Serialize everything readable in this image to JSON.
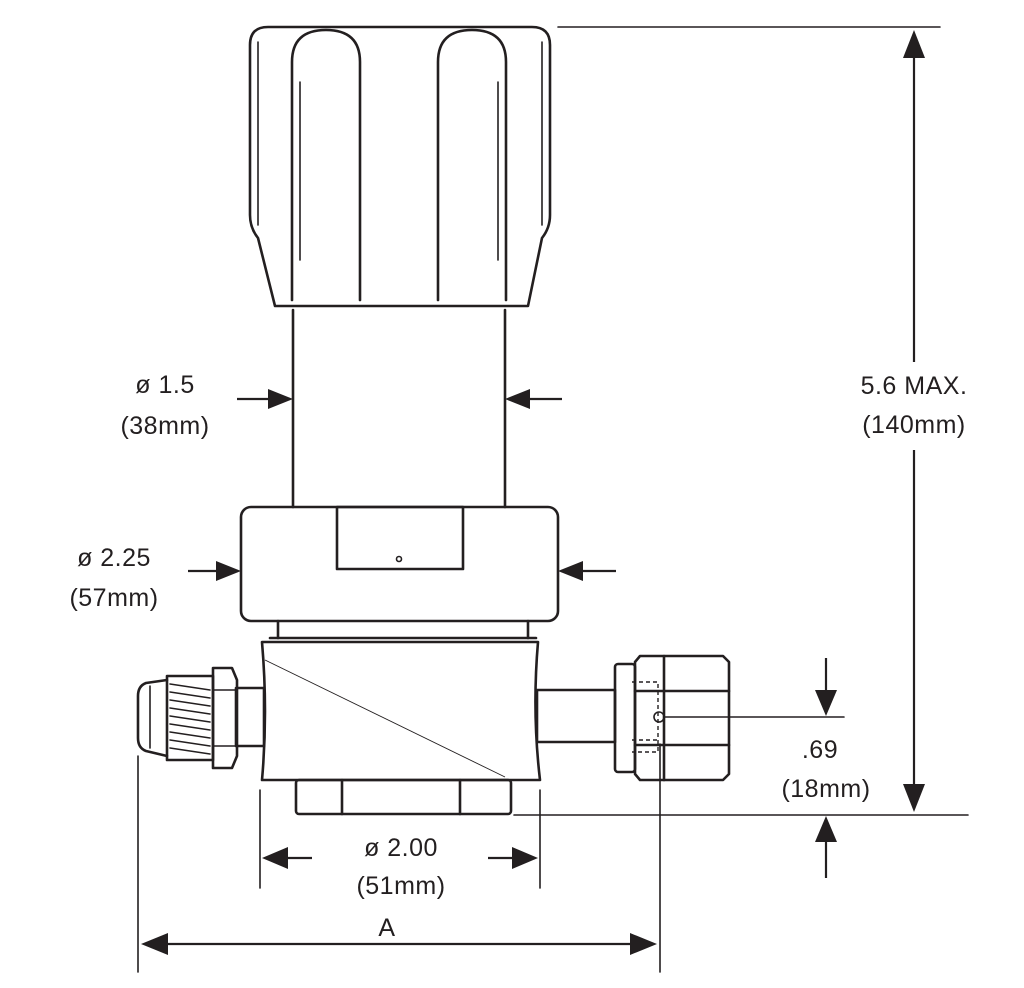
{
  "colors": {
    "ink": "#231f20",
    "background": "#ffffff"
  },
  "dimensions": {
    "bonnet_diameter": {
      "imperial": "ø 1.5",
      "metric": "(38mm)"
    },
    "body_nut_diameter": {
      "imperial": "ø 2.25",
      "metric": "(57mm)"
    },
    "overall_height": {
      "imperial": "5.6 MAX.",
      "metric": "(140mm)"
    },
    "port_height": {
      "imperial": ".69",
      "metric": "(18mm)"
    },
    "body_diameter": {
      "imperial": "ø 2.00",
      "metric": "(51mm)"
    },
    "overall_length": {
      "label": "A"
    }
  }
}
